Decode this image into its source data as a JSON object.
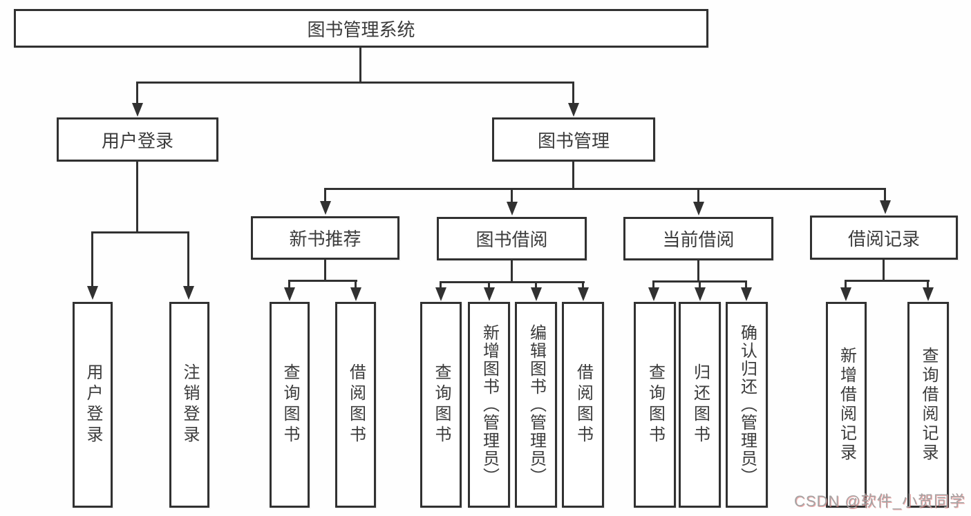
{
  "diagram": {
    "title": "图书管理系统",
    "branches": [
      {
        "label": "用户登录",
        "children": [
          {
            "label": "用户登录"
          },
          {
            "label": "注销登录"
          }
        ]
      },
      {
        "label": "图书管理",
        "children": [
          {
            "label": "新书推荐",
            "children": [
              {
                "label": "查询图书"
              },
              {
                "label": "借阅图书"
              }
            ]
          },
          {
            "label": "图书借阅",
            "children": [
              {
                "label": "查询图书"
              },
              {
                "label": "新增图书（管理员）"
              },
              {
                "label": "编辑图书（管理员）"
              },
              {
                "label": "借阅图书"
              }
            ]
          },
          {
            "label": "当前借阅",
            "children": [
              {
                "label": "查询图书"
              },
              {
                "label": "归还图书"
              },
              {
                "label": "确认归还（管理员）"
              }
            ]
          },
          {
            "label": "借阅记录",
            "children": [
              {
                "label": "新增借阅记录"
              },
              {
                "label": "查询借阅记录"
              }
            ]
          }
        ]
      }
    ],
    "watermark": "CSDN @软件_小贺同学",
    "colors": {
      "line": "#313131",
      "box_border": "#313131",
      "box_fill": "#ffffff",
      "text": "#3b3b3b",
      "watermark": "#a4a4a4",
      "background": "#fefefe"
    }
  }
}
